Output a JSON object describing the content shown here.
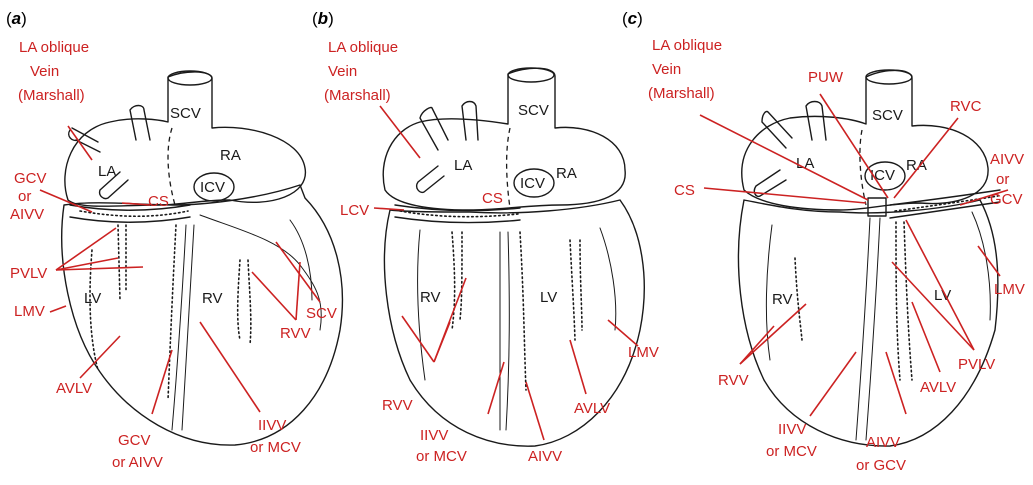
{
  "colors": {
    "annotation": "#cc2222",
    "ink": "#1a1a1a"
  },
  "panels": {
    "a": {
      "letter": "a",
      "anatomy": {
        "scv": "SCV",
        "ra": "RA",
        "la": "LA",
        "icv": "ICV",
        "rv": "RV",
        "lv": "LV"
      },
      "labels": {
        "oblique_1": "LA oblique",
        "oblique_2": "Vein",
        "oblique_3": "(Marshall)",
        "gcv_1": "GCV",
        "gcv_2": "or",
        "gcv_3": "AIVV",
        "cs": "CS",
        "pvlv": "PVLV",
        "lmv": "LMV",
        "avlv": "AVLV",
        "gcv_b_1": "GCV",
        "gcv_b_2": "or AIVV",
        "iivv_1": "IIVV",
        "iivv_2": "or MCV",
        "rvv": "RVV",
        "scv": "SCV"
      }
    },
    "b": {
      "letter": "b",
      "anatomy": {
        "scv": "SCV",
        "ra": "RA",
        "la": "LA",
        "icv": "ICV",
        "rv": "RV",
        "lv": "LV"
      },
      "labels": {
        "oblique_1": "LA oblique",
        "oblique_2": "Vein",
        "oblique_3": "(Marshall)",
        "lcv": "LCV",
        "cs": "CS",
        "rvv": "RVV",
        "iivv_1": "IIVV",
        "iivv_2": "or MCV",
        "aivv": "AIVV",
        "avlv": "AVLV",
        "lmv": "LMV"
      }
    },
    "c": {
      "letter": "c",
      "anatomy": {
        "scv": "SCV",
        "ra": "RA",
        "la": "LA",
        "icv": "ICV",
        "rv": "RV",
        "lv": "LV"
      },
      "labels": {
        "oblique_1": "LA oblique",
        "oblique_2": "Vein",
        "oblique_3": "(Marshall)",
        "puw": "PUW",
        "rvc": "RVC",
        "aivv_1": "AIVV",
        "aivv_2": "or",
        "aivv_3": "GCV",
        "cs": "CS",
        "lmv": "LMV",
        "rvv": "RVV",
        "pvlv": "PVLV",
        "avlv": "AVLV",
        "iivv_1": "IIVV",
        "iivv_2": "or MCV",
        "aivv_b_1": "AIVV",
        "aivv_b_2": "or GCV"
      }
    }
  }
}
